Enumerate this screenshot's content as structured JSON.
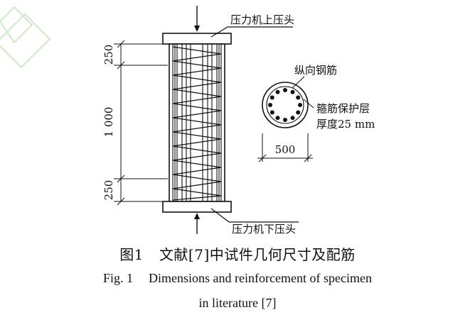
{
  "labels": {
    "top_head": "压力机上压头",
    "bottom_head": "压力机下压头",
    "longitudinal_bar": "纵向钢筋",
    "cover_line1": "箍筋保护层",
    "cover_line2": "厚度25 mm",
    "dim_top": "250",
    "dim_middle": "1 000",
    "dim_bottom": "250",
    "dim_diameter": "500"
  },
  "caption": {
    "cn_number": "图1",
    "cn_text": "文献[7]中试件几何尺寸及配筋",
    "en_number": "Fig. 1",
    "en_text_line1": "Dimensions and reinforcement of specimen",
    "en_text_line2": "in literature [7]"
  },
  "colors": {
    "line": "#111111",
    "watermark": "#cfe8c9"
  }
}
